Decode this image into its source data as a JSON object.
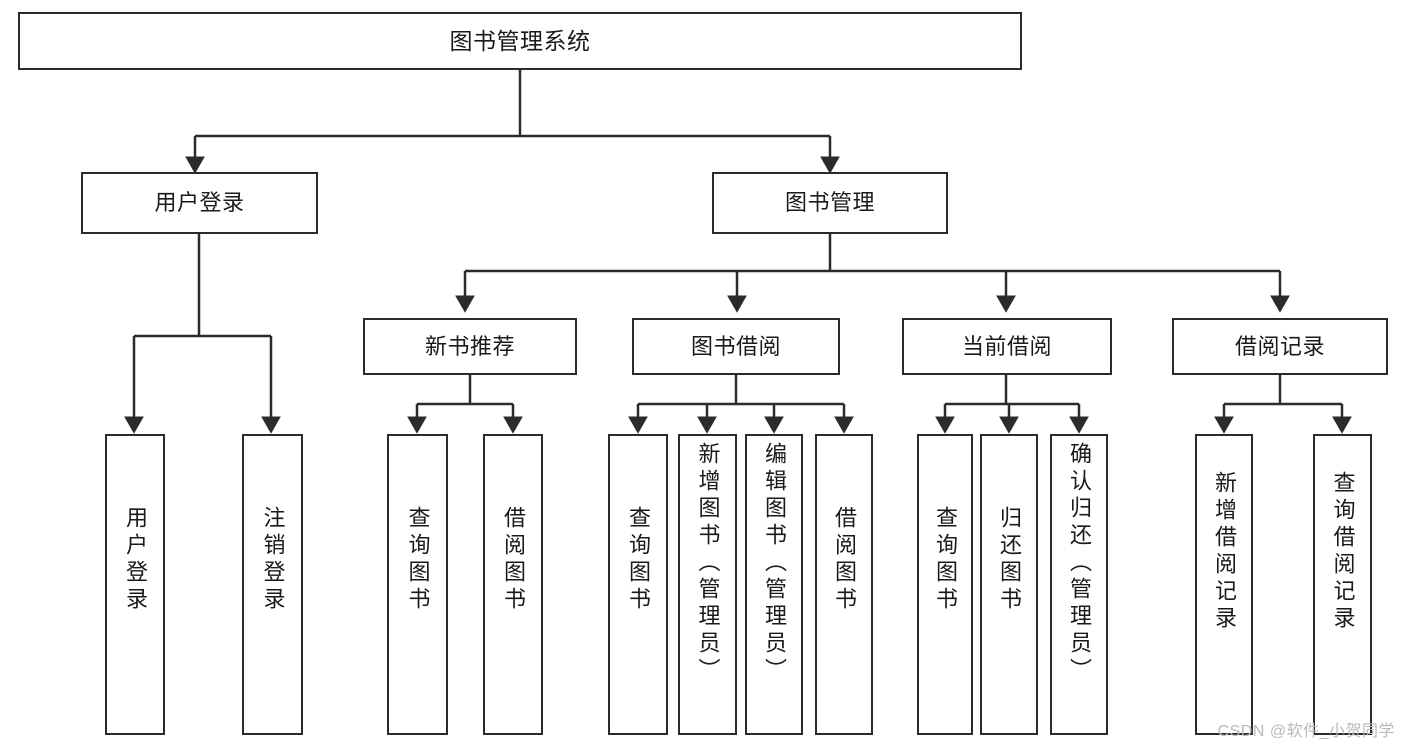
{
  "diagram": {
    "title": "图书管理系统",
    "type": "hierarchy-tree",
    "orientation": "top-down",
    "colors": {
      "box_border": "#2b2b2b",
      "box_fill": "#ffffff",
      "connector": "#2b2b2b",
      "background": "#ffffff",
      "watermark": "#b9b9b9"
    }
  },
  "nodes": {
    "root": {
      "label": "图书管理系统",
      "level": 1
    },
    "level2": [
      {
        "id": "user-login",
        "label": "用户登录"
      },
      {
        "id": "book-manage",
        "label": "图书管理"
      }
    ],
    "level3": [
      {
        "id": "new-book-recommend",
        "label": "新书推荐",
        "parent": "book-manage"
      },
      {
        "id": "book-borrow",
        "label": "图书借阅",
        "parent": "book-manage"
      },
      {
        "id": "current-borrow",
        "label": "当前借阅",
        "parent": "book-manage"
      },
      {
        "id": "borrow-record",
        "label": "借阅记录",
        "parent": "book-manage"
      }
    ],
    "leaves": [
      {
        "id": "leaf-user-login",
        "label": "用户登录",
        "parent": "user-login"
      },
      {
        "id": "leaf-logout",
        "label": "注销登录",
        "parent": "user-login"
      },
      {
        "id": "leaf-query-book-1",
        "label": "查询图书",
        "parent": "new-book-recommend"
      },
      {
        "id": "leaf-borrow-book-1",
        "label": "借阅图书",
        "parent": "new-book-recommend"
      },
      {
        "id": "leaf-query-book-2",
        "label": "查询图书",
        "parent": "book-borrow"
      },
      {
        "id": "leaf-add-book",
        "label": "新增图书（管理员）",
        "parent": "book-borrow"
      },
      {
        "id": "leaf-edit-book",
        "label": "编辑图书（管理员）",
        "parent": "book-borrow"
      },
      {
        "id": "leaf-borrow-book-2",
        "label": "借阅图书",
        "parent": "book-borrow"
      },
      {
        "id": "leaf-query-book-3",
        "label": "查询图书",
        "parent": "current-borrow"
      },
      {
        "id": "leaf-return-book",
        "label": "归还图书",
        "parent": "current-borrow"
      },
      {
        "id": "leaf-confirm-return",
        "label": "确认归还（管理员）",
        "parent": "current-borrow"
      },
      {
        "id": "leaf-add-record",
        "label": "新增借阅记录",
        "parent": "borrow-record"
      },
      {
        "id": "leaf-query-record",
        "label": "查询借阅记录",
        "parent": "borrow-record"
      }
    ]
  },
  "watermark": {
    "text": "CSDN @软件_小贺同学"
  }
}
